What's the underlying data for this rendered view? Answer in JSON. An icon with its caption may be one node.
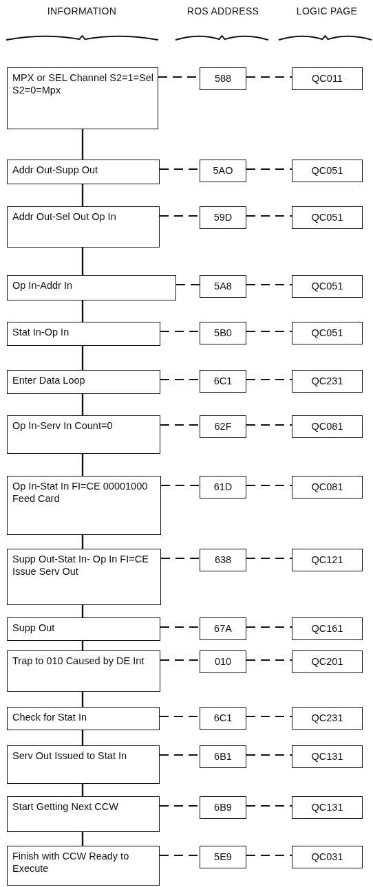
{
  "diagram": {
    "nodes": [
      {
        "text": [
          "MPX or SEL Channel S2=1=Sel S2=0=Mpx"
        ]
      },
      {
        "text": [
          "588"
        ]
      },
      {
        "text": [
          "QC011"
        ]
      },
      {
        "text": [
          "Addr Out-Supp Out"
        ]
      },
      {
        "text": [
          "5AO"
        ]
      },
      {
        "text": [
          "QC051"
        ]
      },
      {
        "text": [
          "Addr Out-Sel Out Op In"
        ]
      },
      {
        "text": [
          "59D"
        ]
      },
      {
        "text": [
          "QC051"
        ]
      },
      {
        "text": [
          "Op In-Addr In"
        ]
      },
      {
        "text": [
          "5A8"
        ]
      },
      {
        "text": [
          "QC051"
        ]
      },
      {
        "text": [
          "Stat In-Op In"
        ]
      },
      {
        "text": [
          "5B0"
        ]
      },
      {
        "text": [
          "QC051"
        ]
      },
      {
        "text": [
          "Enter Data Loop"
        ]
      },
      {
        "text": [
          "6C1"
        ]
      },
      {
        "text": [
          "QC231"
        ]
      },
      {
        "text": [
          "Op In-Serv In Count=0"
        ]
      },
      {
        "text": [
          "62F"
        ]
      },
      {
        "text": [
          "QC081"
        ]
      },
      {
        "text": [
          "Op In-Stat In FI=CE 00001000 Feed Card"
        ]
      },
      {
        "text": [
          "61D"
        ]
      },
      {
        "text": [
          "QC081"
        ]
      },
      {
        "text": [
          "Supp Out-Stat In- Op In FI=CE Issue Serv Out"
        ]
      },
      {
        "text": [
          "638"
        ]
      },
      {
        "text": [
          "QC121"
        ]
      },
      {
        "text": [
          "Supp Out"
        ]
      },
      {
        "text": [
          "67A"
        ]
      },
      {
        "text": [
          "QC161"
        ]
      },
      {
        "text": [
          "Trap to 010 Caused by DE Int"
        ]
      },
      {
        "text": [
          "010"
        ]
      },
      {
        "text": [
          "QC201"
        ]
      },
      {
        "text": [
          "Check for Stat In"
        ]
      },
      {
        "text": [
          "6C1"
        ]
      },
      {
        "text": [
          "QC231"
        ]
      },
      {
        "text": [
          "Serv Out Issued to Stat In"
        ]
      },
      {
        "text": [
          "6B1"
        ]
      },
      {
        "text": [
          "QC131"
        ]
      },
      {
        "text": [
          "Start Getting Next CCW"
        ]
      },
      {
        "text": [
          "6B9"
        ]
      },
      {
        "text": [
          "QC131"
        ]
      },
      {
        "text": [
          "Finish with CCW Ready to Execute"
        ]
      },
      {
        "text": [
          "5E9"
        ]
      },
      {
        "text": [
          "QC031"
        ]
      }
    ],
    "edges": [
      {
        "from": 0,
        "to": 1,
        "arrow": "none",
        "style": "dashed"
      },
      {
        "from": 1,
        "to": 2,
        "arrow": "none",
        "style": "dashed"
      },
      {
        "from": 0,
        "to": 3,
        "arrow": "none"
      },
      {
        "from": 3,
        "to": 4,
        "arrow": "none",
        "style": "dashed"
      },
      {
        "from": 4,
        "to": 5,
        "arrow": "none",
        "style": "dashed"
      },
      {
        "from": 3,
        "to": 6,
        "arrow": "none"
      },
      {
        "from": 6,
        "to": 7,
        "arrow": "none",
        "style": "dashed"
      },
      {
        "from": 7,
        "to": 8,
        "arrow": "none",
        "style": "dashed"
      },
      {
        "from": 6,
        "to": 9,
        "arrow": "none"
      },
      {
        "from": 9,
        "to": 10,
        "arrow": "none",
        "style": "dashed"
      },
      {
        "from": 10,
        "to": 11,
        "arrow": "none",
        "style": "dashed"
      },
      {
        "from": 9,
        "to": 12,
        "arrow": "none"
      },
      {
        "from": 12,
        "to": 13,
        "arrow": "none",
        "style": "dashed"
      },
      {
        "from": 13,
        "to": 14,
        "arrow": "none",
        "style": "dashed"
      },
      {
        "from": 12,
        "to": 15,
        "arrow": "none"
      },
      {
        "from": 15,
        "to": 16,
        "arrow": "none",
        "style": "dashed"
      },
      {
        "from": 16,
        "to": 17,
        "arrow": "none",
        "style": "dashed"
      },
      {
        "from": 15,
        "to": 18,
        "arrow": "none"
      },
      {
        "from": 18,
        "to": 19,
        "arrow": "none",
        "style": "dashed"
      },
      {
        "from": 19,
        "to": 20,
        "arrow": "none",
        "style": "dashed"
      },
      {
        "from": 18,
        "to": 21,
        "arrow": "none"
      },
      {
        "from": 21,
        "to": 22,
        "arrow": "none",
        "style": "dashed"
      },
      {
        "from": 22,
        "to": 23,
        "arrow": "none",
        "style": "dashed"
      },
      {
        "from": 21,
        "to": 24,
        "arrow": "none"
      },
      {
        "from": 24,
        "to": 25,
        "arrow": "none",
        "style": "dashed"
      },
      {
        "from": 25,
        "to": 26,
        "arrow": "none",
        "style": "dashed"
      },
      {
        "from": 24,
        "to": 27,
        "arrow": "none"
      },
      {
        "from": 27,
        "to": 28,
        "arrow": "none",
        "style": "dashed"
      },
      {
        "from": 28,
        "to": 29,
        "arrow": "none",
        "style": "dashed"
      },
      {
        "from": 27,
        "to": 30,
        "arrow": "none"
      },
      {
        "from": 30,
        "to": 31,
        "arrow": "none",
        "style": "dashed"
      },
      {
        "from": 31,
        "to": 32,
        "arrow": "none",
        "style": "dashed"
      },
      {
        "from": 30,
        "to": 33,
        "arrow": "none"
      },
      {
        "from": 33,
        "to": 34,
        "arrow": "none",
        "style": "dashed"
      },
      {
        "from": 34,
        "to": 35,
        "arrow": "none",
        "style": "dashed"
      },
      {
        "from": 33,
        "to": 36,
        "arrow": "none"
      },
      {
        "from": 36,
        "to": 37,
        "arrow": "none",
        "style": "dashed"
      },
      {
        "from": 37,
        "to": 38,
        "arrow": "none",
        "style": "dashed"
      },
      {
        "from": 36,
        "to": 39,
        "arrow": "none"
      },
      {
        "from": 39,
        "to": 40,
        "arrow": "none",
        "style": "dashed"
      },
      {
        "from": 40,
        "to": 41,
        "arrow": "none",
        "style": "dashed"
      },
      {
        "from": 39,
        "to": 42,
        "arrow": "none"
      },
      {
        "from": 42,
        "to": 43,
        "arrow": "none",
        "style": "dashed"
      },
      {
        "from": 43,
        "to": 44,
        "arrow": "none",
        "style": "dashed"
      }
    ],
    "labels": [
      "INFORMATION",
      "ROS ADDRESS",
      "LOGIC PAGE"
    ]
  }
}
